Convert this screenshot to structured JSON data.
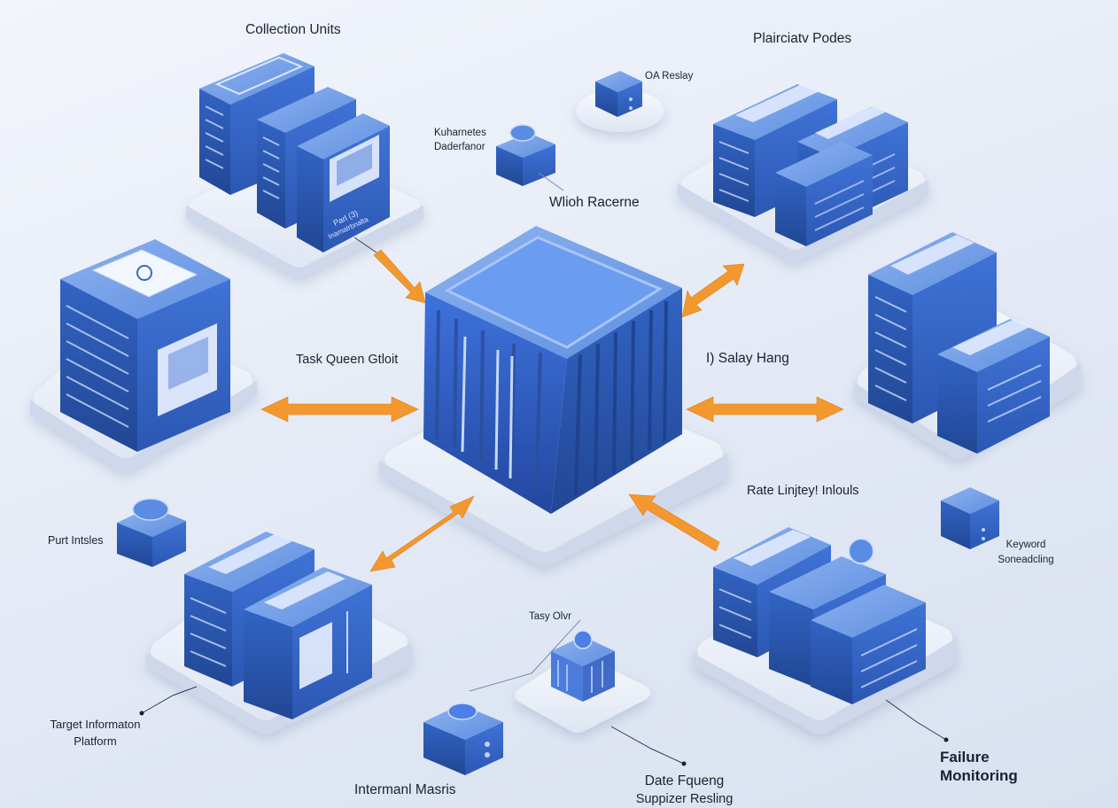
{
  "labels": {
    "collection_units": "Collection Units",
    "plaircity_podes": "Plairciatv Podes",
    "oa_relay": "OA Reslay",
    "kubernetes_line1": "Kuharnetes",
    "kubernetes_line2": "Daderfanor",
    "which_racerne": "Wlioh Racerne",
    "task_queue": "Task Queen Gtloit",
    "salay_hang": "I) Salay Hang",
    "rate_limiter": "Rate Linjtey! Inlouls",
    "push_inches": "Purt Intsles",
    "keyword_line1": "Keyword",
    "keyword_line2": "Soneadcling",
    "tasy_olvr": "Tasy Olvr",
    "target_line1": "Target Informaton",
    "target_line2": "Platform",
    "intermanl_masris": "Intermanl Masris",
    "date_line1": "Date Fqueng",
    "date_line2": "Suppizer Resling",
    "failure_line1": "Failure",
    "failure_line2": "Monitoring"
  },
  "server_texts": {
    "collection_front_1": "Parl (3)",
    "collection_front_2": "Inarnalrbnalta"
  },
  "colors": {
    "background": "#e6ecf6",
    "node_blue": "#3d6fd0",
    "node_dark": "#284fa6",
    "node_light": "#7fa6ea",
    "platform": "#eef2fa",
    "arrow_orange": "#f2982f",
    "label_text": "#1b2130"
  },
  "icons": {
    "central_queue": "container-cube-icon",
    "servers": "server-rack-icon",
    "arrows": "bidirectional-arrow-icon"
  }
}
